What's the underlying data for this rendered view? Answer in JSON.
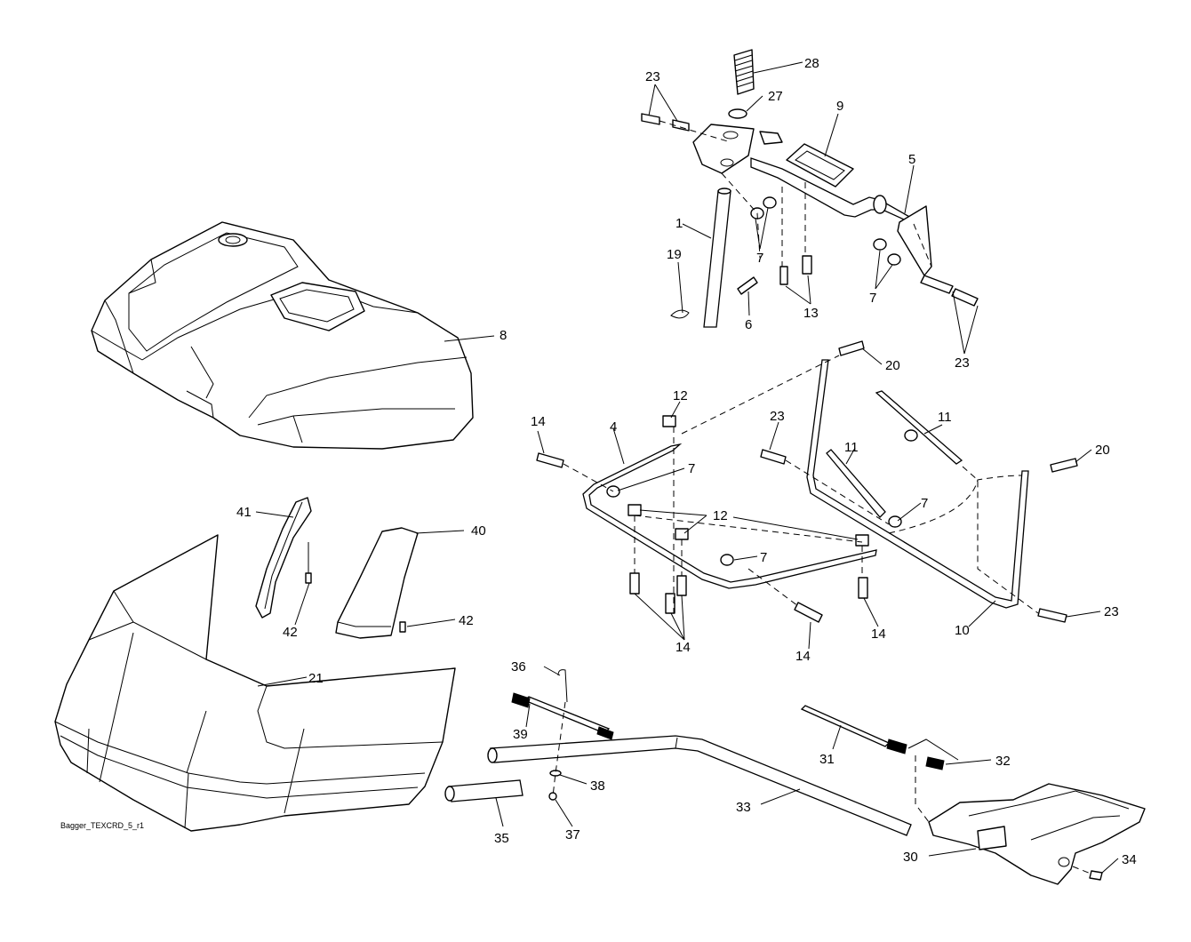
{
  "drawing_ref": "Bagger_TEXCRD_5_r1",
  "callouts": {
    "c1": "1",
    "c4": "4",
    "c5": "5",
    "c6": "6",
    "c7a": "7",
    "c7b": "7",
    "c7c": "7",
    "c7d": "7",
    "c7e": "7",
    "c8": "8",
    "c9": "9",
    "c10": "10",
    "c11a": "11",
    "c11b": "11",
    "c12a": "12",
    "c12b": "12",
    "c13": "13",
    "c14a": "14",
    "c14b": "14",
    "c14c": "14",
    "c14d": "14",
    "c19": "19",
    "c20a": "20",
    "c20b": "20",
    "c21": "21",
    "c23a": "23",
    "c23b": "23",
    "c23c": "23",
    "c23d": "23",
    "c27": "27",
    "c28": "28",
    "c30": "30",
    "c31": "31",
    "c32": "32",
    "c33": "33",
    "c34": "34",
    "c35": "35",
    "c36": "36",
    "c37": "37",
    "c38": "38",
    "c39": "39",
    "c40": "40",
    "c41": "41",
    "c42a": "42",
    "c42b": "42"
  }
}
